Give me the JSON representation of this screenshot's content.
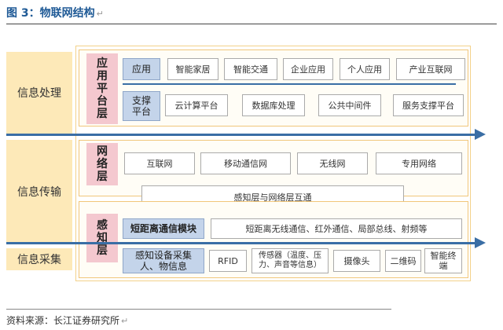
{
  "title": "图 3：物联网结构",
  "para_mark": "↵",
  "source": "资料来源：长江证券研究所",
  "categories": [
    "信息处理",
    "信息传输",
    "信息采集"
  ],
  "layers": {
    "application_platform": "应用平台层",
    "network": "网络层",
    "perception": "感知层"
  },
  "application": {
    "label": "应用",
    "items": [
      "智能家居",
      "智能交通",
      "企业应用",
      "个人应用",
      "产业互联网"
    ]
  },
  "support_platform": {
    "label": "支撑平台",
    "items": [
      "云计算平台",
      "数据库处理",
      "公共中间件",
      "服务支撑平台"
    ]
  },
  "network": {
    "items": [
      "互联网",
      "移动通信网",
      "无线网",
      "专用网络"
    ]
  },
  "interconnect": "感知层与网络层互通",
  "short_range": {
    "label": "短距离通信模块",
    "description": "短距离无线通信、红外通信、局部总线、射频等"
  },
  "sensing": {
    "label": "感知设备采集人、物信息",
    "items": [
      "RFID",
      "传感器（温度、压力、声音等信息）",
      "摄像头",
      "二维码",
      "智能终端"
    ]
  },
  "colors": {
    "title": "#1f5a96",
    "category_bg": "#fde9b8",
    "layer_bg": "#f4c8cf",
    "blue_box": "#c4d4ea",
    "arrow": "#3a6ea5"
  }
}
